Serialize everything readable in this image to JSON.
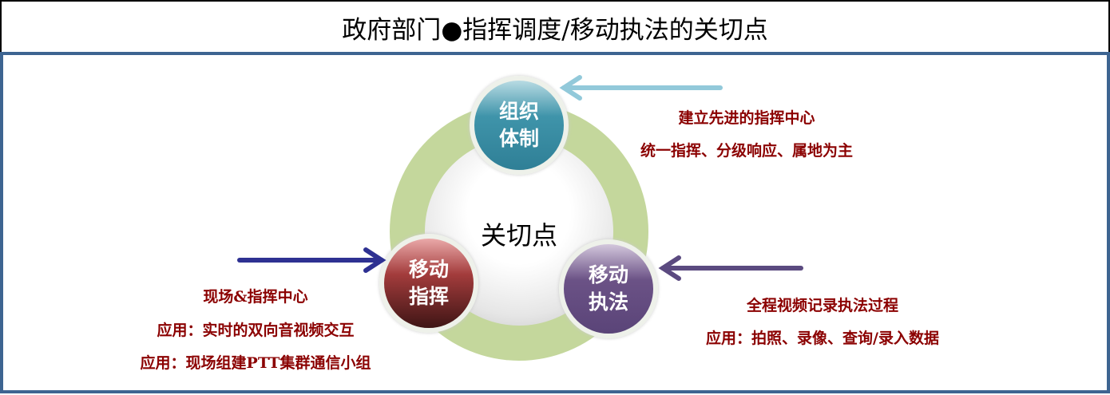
{
  "title": "政府部门●指挥调度/移动执法的关切点",
  "center": "关切点",
  "nodes": {
    "top": [
      "组织",
      "体制"
    ],
    "left": [
      "移动",
      "指挥"
    ],
    "right": [
      "移动",
      "执法"
    ]
  },
  "notes": {
    "top": [
      "建立先进的指挥中心",
      "统一指挥、分级响应、属地为主"
    ],
    "left": [
      "现场&指挥中心",
      "应用：实时的双向音视频交互",
      "应用：现场组建PTT集群通信小组"
    ],
    "right": [
      "全程视频记录执法过程",
      "应用：拍照、录像、查询/录入数据"
    ]
  },
  "colors": {
    "ring": "#c4d79c",
    "text": "#8b0000",
    "arrow_top": "#92c9da",
    "arrow_left": "#2e3192",
    "arrow_right": "#5b4a80",
    "frame": "#3d6491"
  }
}
